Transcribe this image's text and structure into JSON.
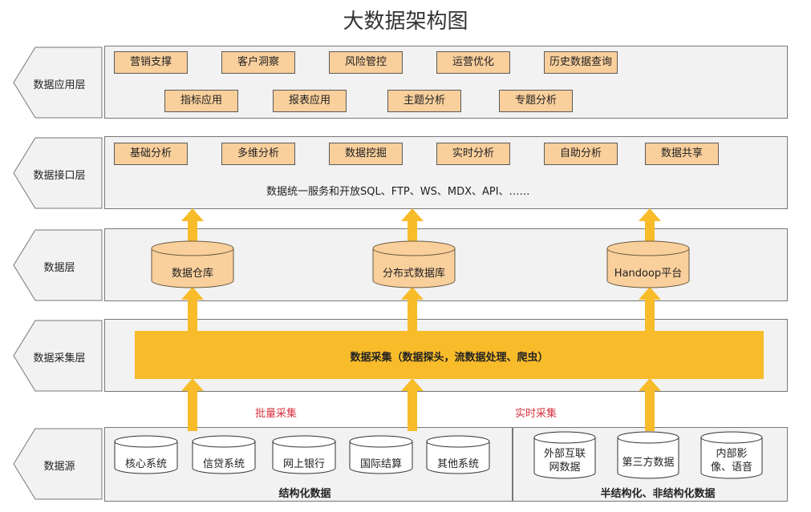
{
  "title": "大数据架构图",
  "layers": {
    "app": "数据应用层",
    "interface": "数据接口层",
    "data": "数据层",
    "collect": "数据采集层",
    "source": "数据源"
  },
  "app_items": [
    "营销支撑",
    "客户洞察",
    "风险管控",
    "运营优化",
    "历史数据查询",
    "指标应用",
    "报表应用",
    "主题分析",
    "专题分析"
  ],
  "interface_items": [
    "基础分析",
    "多维分析",
    "数据挖掘",
    "实时分析",
    "自助分析",
    "数据共享"
  ],
  "interface_note": "数据统一服务和开放SQL、FTP、WS、MDX、API、……",
  "data_stores": [
    "数据仓库",
    "分布式数据库",
    "Handoop平台"
  ],
  "collect_band": "数据采集（数据探头，流数据处理、爬虫）",
  "batch_label": "批量采集",
  "realtime_label": "实时采集",
  "structured_sources": [
    "核心系统",
    "信贷系统",
    "网上银行",
    "国际结算",
    "其他系统"
  ],
  "structured_caption": "结构化数据",
  "semi_sources": [
    "外部互联网数据",
    "第三方数据",
    "内部影像、语音"
  ],
  "semi_caption": "半结构化、非结构化数据",
  "colors": {
    "orange_box": "#f9cf9c",
    "band": "#f8bb2a",
    "arrow": "#f8bb2a",
    "panel": "#f2f2f2",
    "red": "#d9333f"
  }
}
